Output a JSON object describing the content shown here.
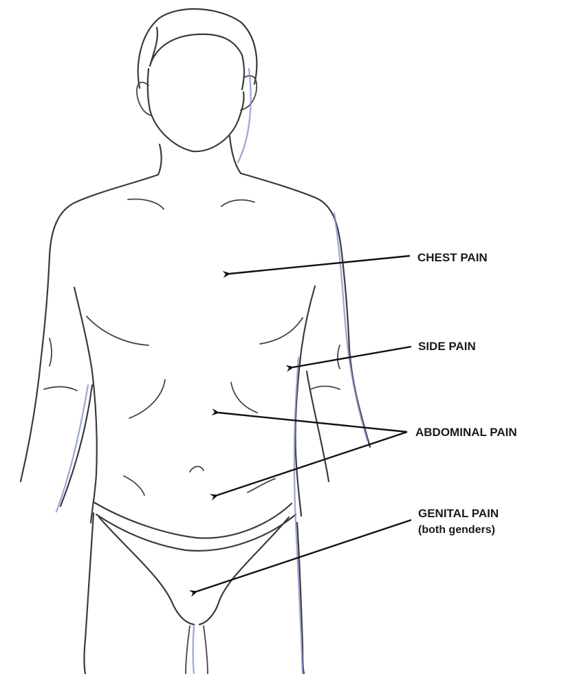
{
  "labels": {
    "chest": "CHEST PAIN",
    "side": "SIDE PAIN",
    "abdominal": "ABDOMINAL PAIN",
    "genital": "GENITAL PAIN",
    "genital_sub": "(both genders)"
  }
}
